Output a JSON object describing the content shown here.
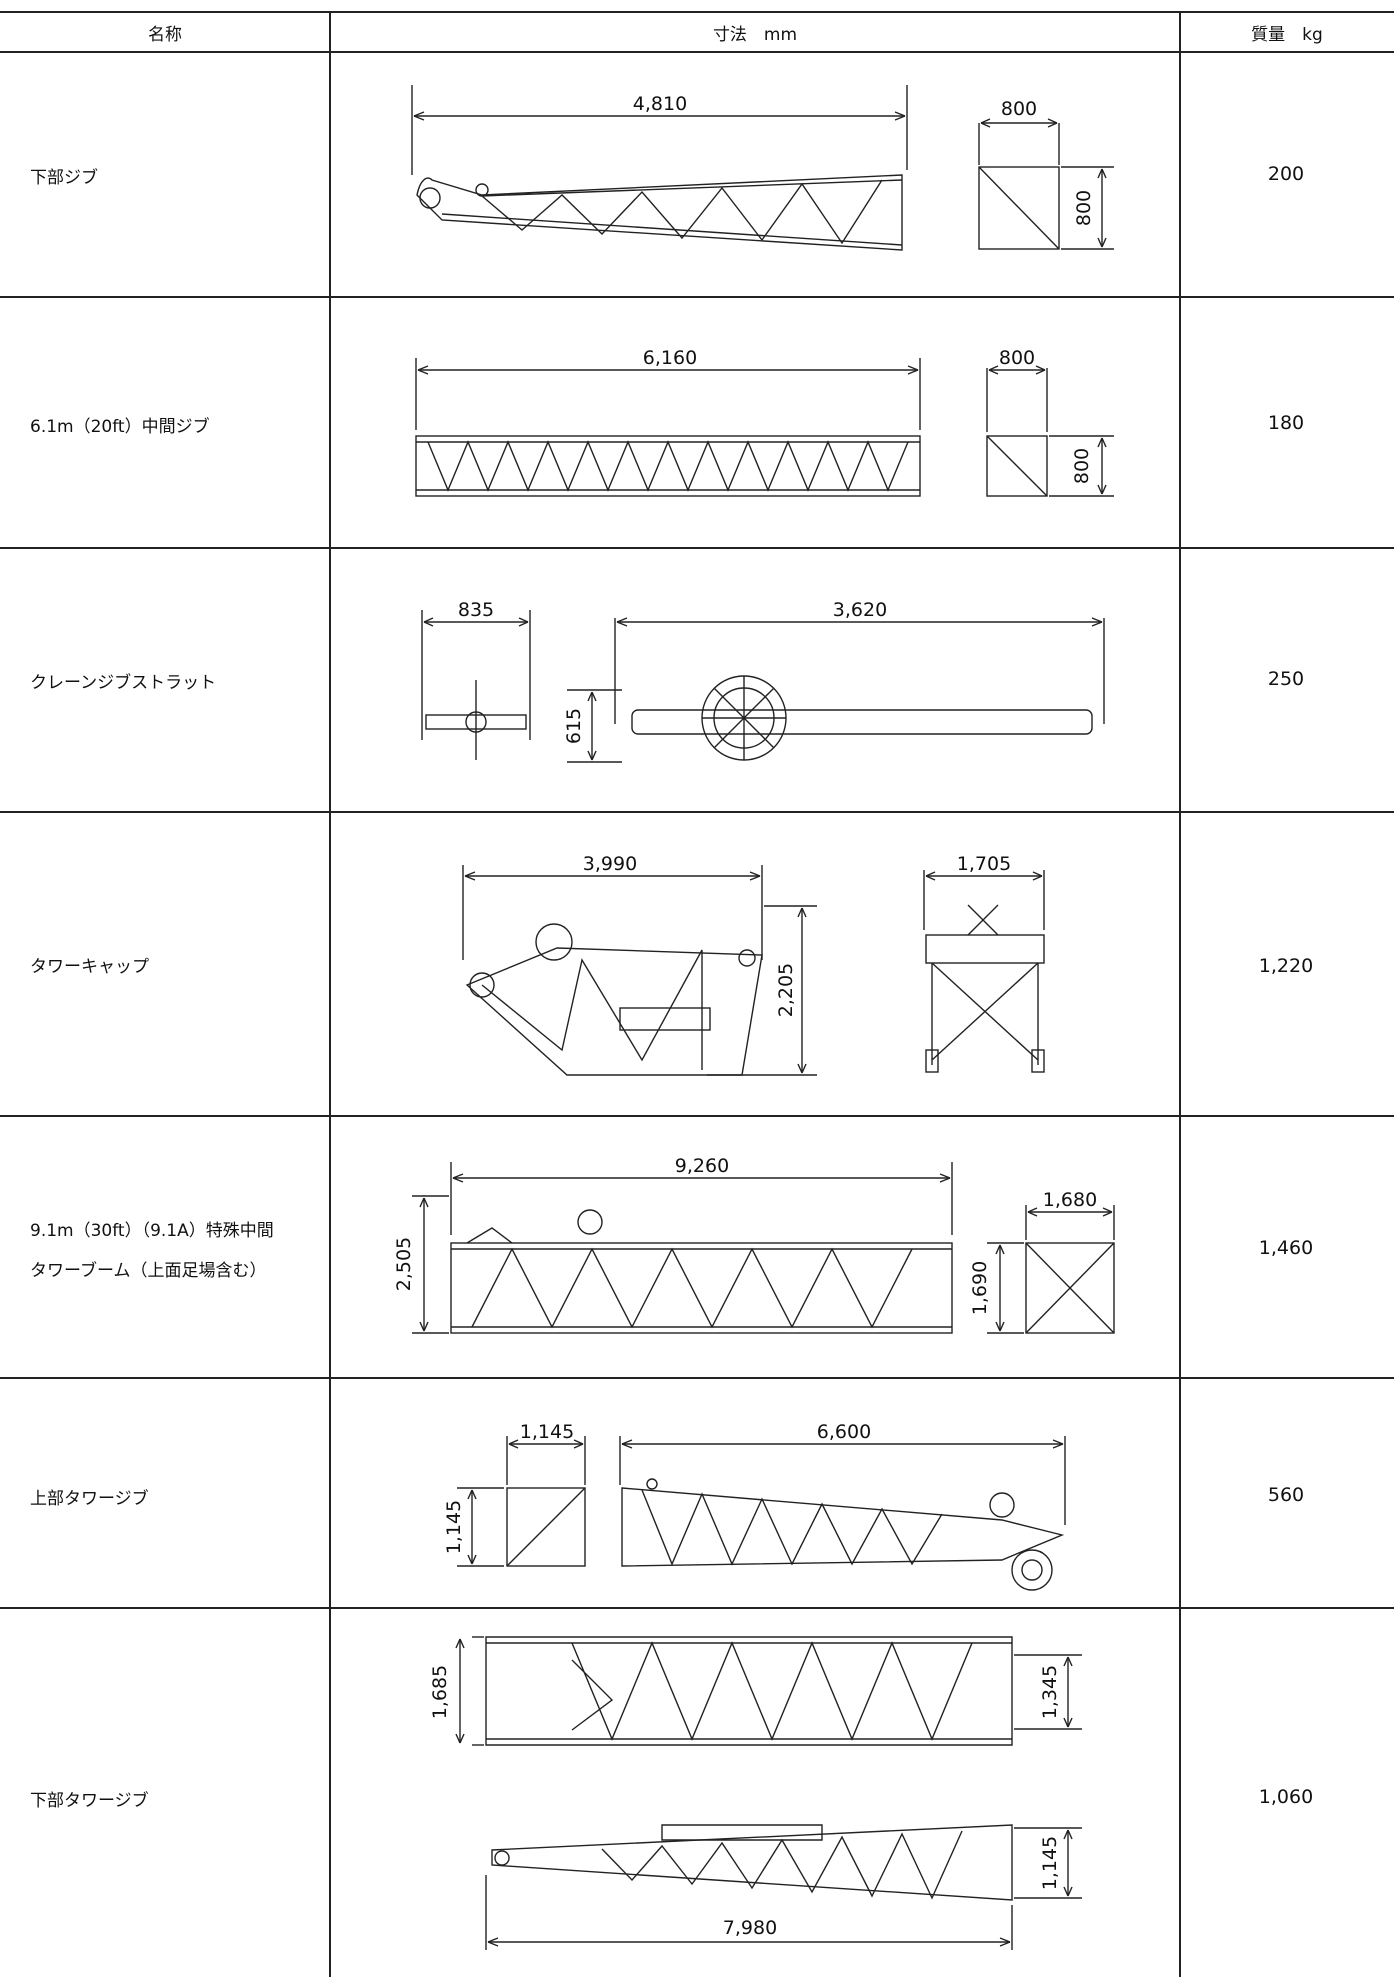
{
  "table": {
    "headers": {
      "name": "名称",
      "dims": "寸法　mm",
      "mass": "質量　kg"
    },
    "rows": [
      {
        "name": "下部ジブ",
        "mass": "200",
        "dims": {
          "length": "4,810",
          "width": "800",
          "height": "800"
        }
      },
      {
        "name": "6.1m（20ft）中間ジブ",
        "mass": "180",
        "dims": {
          "length": "6,160",
          "width": "800",
          "height": "800"
        }
      },
      {
        "name": "クレーンジブストラット",
        "mass": "250",
        "dims": {
          "width": "835",
          "length": "3,620",
          "height": "615"
        }
      },
      {
        "name": "タワーキャップ",
        "mass": "1,220",
        "dims": {
          "length": "3,990",
          "height": "2,205",
          "width": "1,705"
        }
      },
      {
        "name_lines": [
          "9.1m（30ft）（9.1A）特殊中間",
          "タワーブーム（上面足場含む）"
        ],
        "mass": "1,460",
        "dims": {
          "length": "9,260",
          "height": "2,505",
          "width": "1,680",
          "height2": "1,690"
        }
      },
      {
        "name": "上部タワージブ",
        "mass": "560",
        "dims": {
          "width": "1,145",
          "height": "1,145",
          "length": "6,600"
        }
      },
      {
        "name": "下部タワージブ",
        "mass": "1,060",
        "dims": {
          "width": "1,685",
          "inner": "1,345",
          "height": "1,145",
          "length": "7,980"
        }
      }
    ]
  }
}
